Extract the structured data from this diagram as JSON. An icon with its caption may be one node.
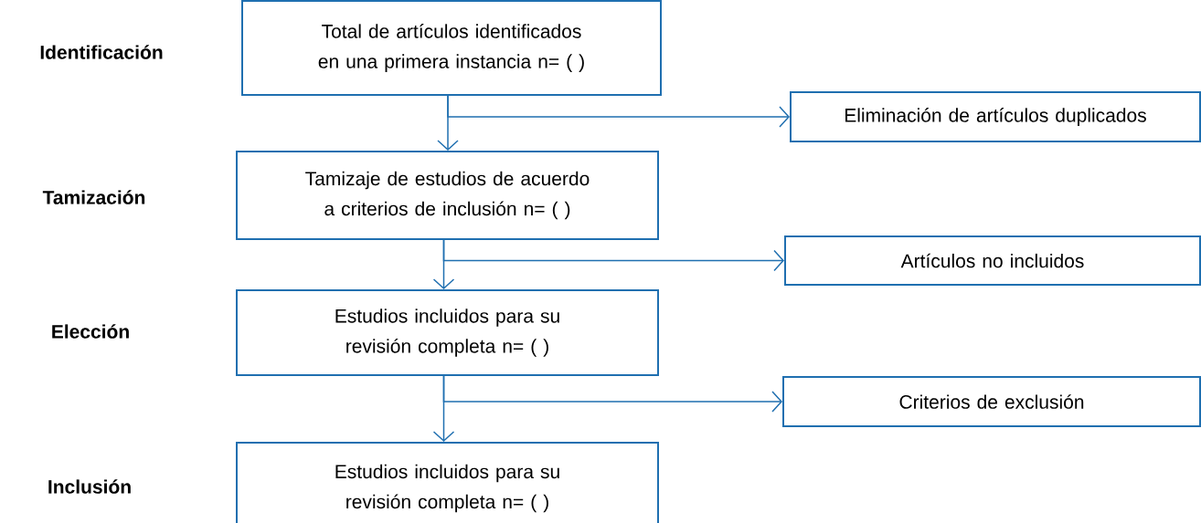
{
  "diagram": {
    "nodes": [
      {
        "text": [
          "Total de artículos identificados en una primera instancia n= ( )"
        ]
      },
      {
        "text": [
          "Eliminación de artículos duplicados"
        ]
      },
      {
        "text": [
          "Tamizaje de estudios de acuerdo a criterios de inclusión n= ( )"
        ]
      },
      {
        "text": [
          "Artículos no incluidos"
        ]
      },
      {
        "text": [
          "Estudios incluidos para su revisión completa n= ( )"
        ]
      },
      {
        "text": [
          "Criterios de exclusión"
        ]
      },
      {
        "text": [
          "Estudios incluidos para su revisión completa n= ( )"
        ]
      }
    ],
    "edges": [
      {
        "from": 0,
        "to": 2,
        "arrow": "to"
      },
      {
        "from": 0,
        "to": 1,
        "arrow": "to"
      },
      {
        "from": 2,
        "to": 4,
        "arrow": "to"
      },
      {
        "from": 2,
        "to": 3,
        "arrow": "to"
      },
      {
        "from": 4,
        "to": 6,
        "arrow": "to"
      },
      {
        "from": 4,
        "to": 5,
        "arrow": "to"
      }
    ],
    "labels": [
      "Identificación",
      "Tamización",
      "Elección",
      "Inclusión"
    ]
  }
}
